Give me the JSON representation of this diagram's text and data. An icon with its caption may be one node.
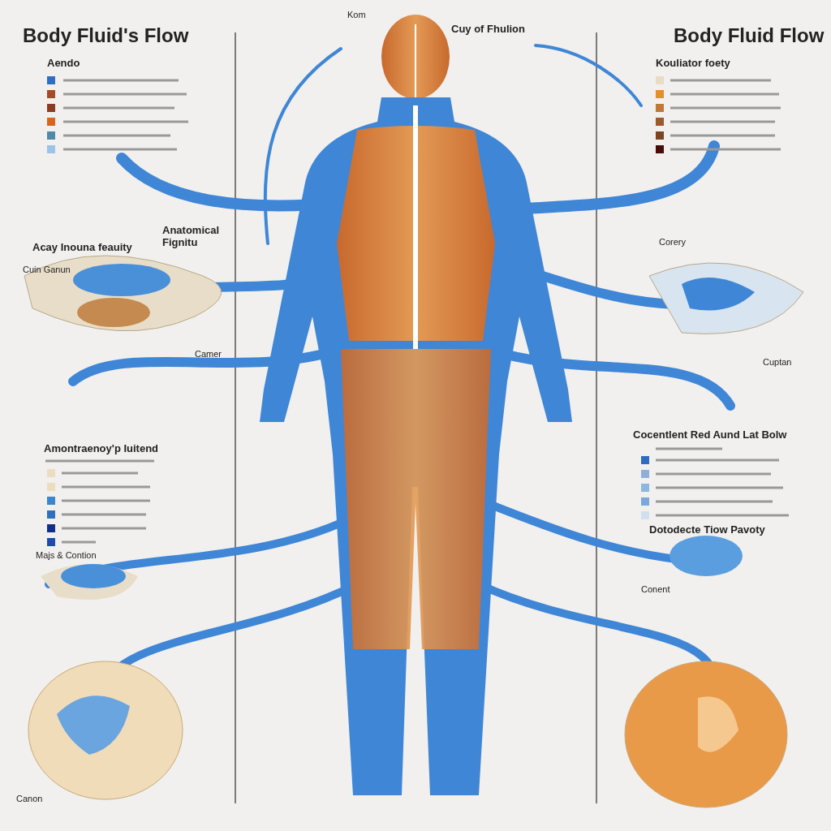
{
  "diagram": {
    "title": "Body Fluid's Flow",
    "labels": [
      "Body Fluid Flow",
      "Cuy of Fhulion",
      "Kom",
      "Aendo",
      "Kouliator foety",
      "Acay Inouna feauity",
      "Anatomical Fignitu",
      "Cuin Ganun",
      "Corery",
      "Amontraenoy'p Iuitend",
      "Cocentlent Red Aund Lat Bolw",
      "Dotodecte Tiow Pavoty",
      "Camer",
      "Conent",
      "Majs & Contion",
      "Cuptan",
      "Canon"
    ]
  }
}
